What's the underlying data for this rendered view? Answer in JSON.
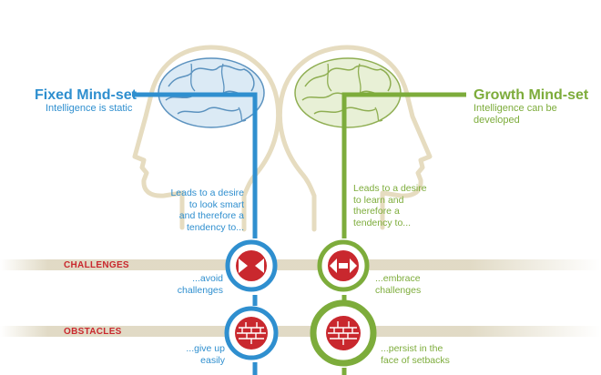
{
  "fixed": {
    "title": "Fixed Mind-set",
    "subtitle": "Intelligence is static",
    "desire": [
      "Leads to a desire",
      "to look smart",
      "and therefore a",
      "tendency to..."
    ],
    "challenge_response": [
      "...avoid",
      "challenges"
    ],
    "obstacle_response": [
      "...give up",
      "easily"
    ]
  },
  "growth": {
    "title": "Growth Mind-set",
    "subtitle": "Intelligence can be developed",
    "desire": [
      "Leads to a desire",
      "to learn and",
      "therefore a",
      "tendency to..."
    ],
    "challenge_response": [
      "...embrace",
      "challenges"
    ],
    "obstacle_response": [
      "...persist in the",
      "face of setbacks"
    ]
  },
  "rows": {
    "challenges": "CHALLENGES",
    "obstacles": "OBSTACLES"
  },
  "colors": {
    "fixed": "#2f8fcf",
    "growth": "#7dac3b",
    "red": "#c9282e",
    "beige": "#e6dcc0",
    "band": "#cfc3a0"
  },
  "icons": {
    "challenge": "arrows-converging-icon",
    "obstacle": "brick-wall-icon",
    "brain": "brain-icon"
  }
}
